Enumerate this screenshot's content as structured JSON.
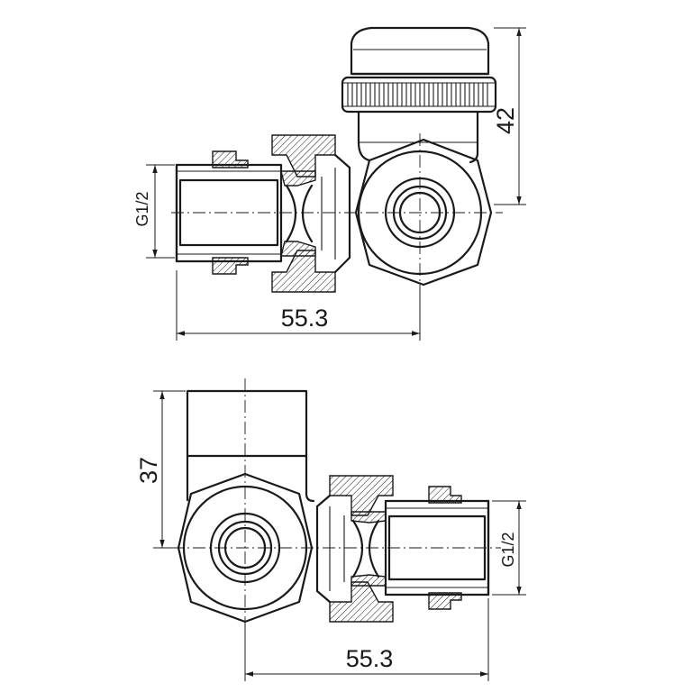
{
  "top_view": {
    "dim_height": "42",
    "dim_thread": "G1/2",
    "dim_length": "55.3"
  },
  "bottom_view": {
    "dim_height": "37",
    "dim_thread": "G1/2",
    "dim_length": "55.3"
  }
}
